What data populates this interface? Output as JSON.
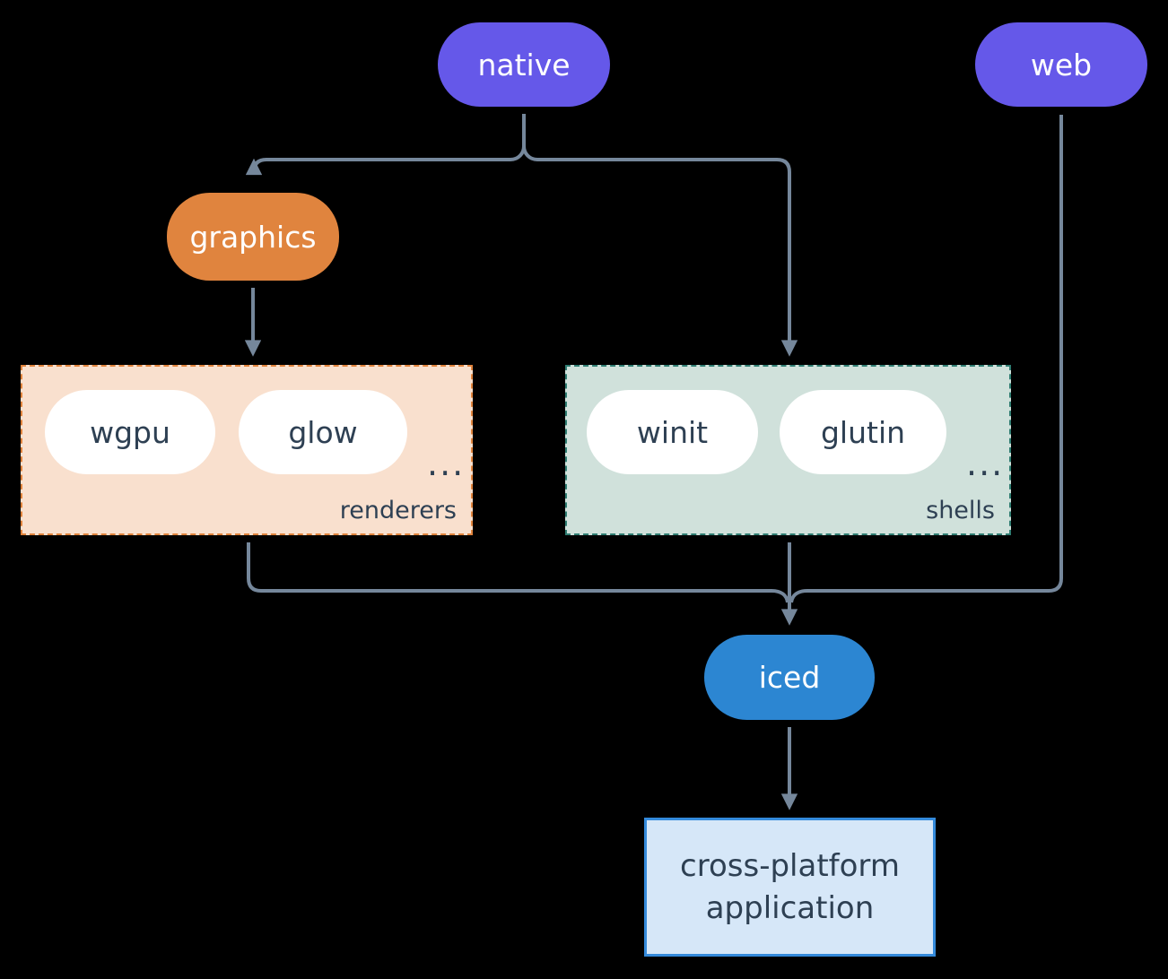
{
  "nodes": {
    "native": {
      "label": "native"
    },
    "web": {
      "label": "web"
    },
    "graphics": {
      "label": "graphics"
    },
    "iced": {
      "label": "iced"
    },
    "application": {
      "label_lines": [
        "cross-platform",
        "application"
      ]
    }
  },
  "groups": {
    "renderers": {
      "label": "renderers",
      "items": [
        {
          "label": "wgpu"
        },
        {
          "label": "glow"
        }
      ],
      "ellipsis": "..."
    },
    "shells": {
      "label": "shells",
      "items": [
        {
          "label": "winit"
        },
        {
          "label": "glutin"
        }
      ],
      "ellipsis": "..."
    }
  },
  "colors": {
    "background": "#000000",
    "node_native": "#6558E9",
    "node_web": "#6558E9",
    "node_graphics": "#E0843E",
    "node_iced": "#2C86D2",
    "group_renderers_fill": "#F9E0CE",
    "group_renderers_border": "#E0833C",
    "group_shells_fill": "#D0E1DB",
    "group_shells_border": "#2F7D72",
    "app_fill": "#D6E7F8",
    "app_border": "#348ADB",
    "edge": "#75879B",
    "text_dark": "#2E4053",
    "text_light": "#FFFFFF"
  }
}
